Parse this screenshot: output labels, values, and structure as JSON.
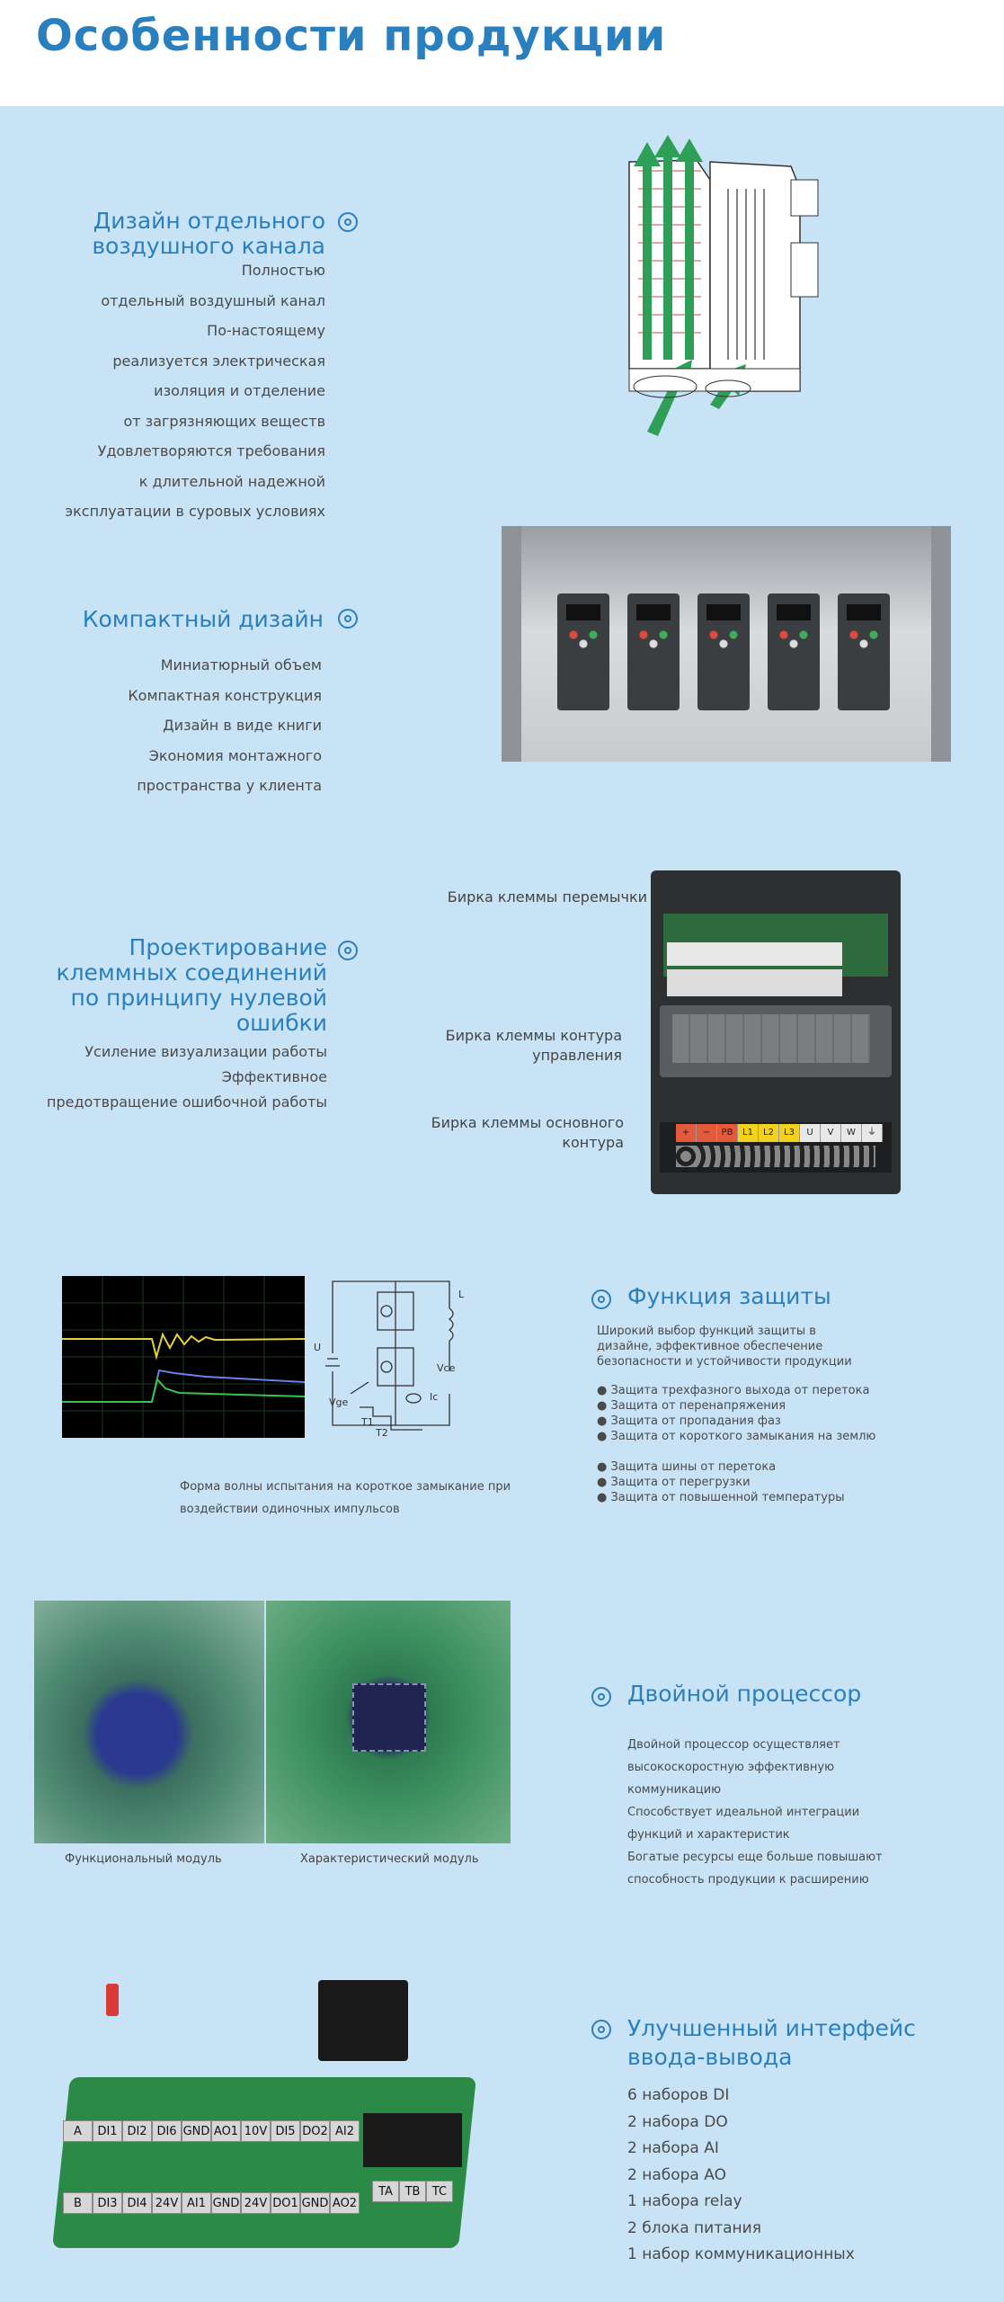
{
  "header": {
    "title": "Особенности продукции"
  },
  "s1": {
    "title": "Дизайн отдельного воздушного канала",
    "lines": [
      "Полностью",
      "отдельный воздушный канал",
      "По-настоящему",
      "реализуется электрическая",
      "изоляция и отделение",
      "от загрязняющих веществ",
      "Удовлетворяются требования",
      "к длительной надежной",
      "эксплуатации в суровых условиях"
    ]
  },
  "s2": {
    "title": "Компактный дизайн",
    "lines": [
      "Миниатюрный объем",
      "Компактная конструкция",
      "Дизайн в виде книги",
      "Экономия монтажного",
      "пространства у клиента"
    ]
  },
  "s3": {
    "title": "Проектирование клеммных соединений по принципу нулевой ошибки",
    "lines": [
      "Усиление визуализации работы",
      "Эффективное",
      "предотвращение ошибочной работы"
    ],
    "labels": [
      "Бирка клеммы перемычки",
      "Бирка клеммы контура управления",
      "Бирка клеммы основного контура"
    ],
    "main_terminals": [
      "+",
      "−",
      "PB",
      "L1",
      "L2",
      "L3",
      "U",
      "V",
      "W",
      "⏚"
    ]
  },
  "s4": {
    "title": "Функция защиты",
    "intro": "Широкий выбор функций защиты в дизайне, эффективное обеспечение безопасности и устойчивости продукции",
    "list1": [
      "● Защита трехфазного выхода от перетока",
      "● Защита от перенапряжения",
      "● Защита от пропадания фаз",
      "● Защита от короткого замыкания на землю"
    ],
    "list2": [
      "● Защита шины от перетока",
      "● Защита от перегрузки",
      "● Защита от повышенной температуры"
    ],
    "caption": "Форма волны испытания на короткое замыкание при воздействии одиночных импульсов",
    "circuit": {
      "u": "U",
      "l": "L",
      "vce": "Vce",
      "ic": "Ic",
      "vge": "Vge",
      "t1": "T1",
      "t2": "T2"
    }
  },
  "s5": {
    "title": "Двойной процессор",
    "lines": [
      "Двойной процессор осуществляет",
      "высокоскоростную эффективную",
      "коммуникацию",
      "Способствует идеальной интеграции",
      "функций и характеристик",
      "Богатые ресурсы еще больше повышают",
      "способность продукции к расширению"
    ],
    "cap_left": "Функциональный модуль",
    "cap_right": "Характеристический модуль"
  },
  "s6": {
    "title": "Улучшенный интерфейс ввода-вывода",
    "lines": [
      "6 наборов DI",
      "2 набора DO",
      "2 набора AI",
      "2 набора AO",
      "1 набора relay",
      "2 блока питания",
      "1 набор коммуникационных"
    ],
    "row1": [
      "A",
      "DI1",
      "DI2",
      "DI6",
      "GND",
      "AO1",
      "10V",
      "DI5",
      "DO2",
      "AI2"
    ],
    "row2": [
      "B",
      "DI3",
      "DI4",
      "24V",
      "AI1",
      "GND",
      "24V",
      "DO1",
      "GND",
      "AO2"
    ],
    "relay": [
      "TA",
      "TB",
      "TC"
    ]
  }
}
